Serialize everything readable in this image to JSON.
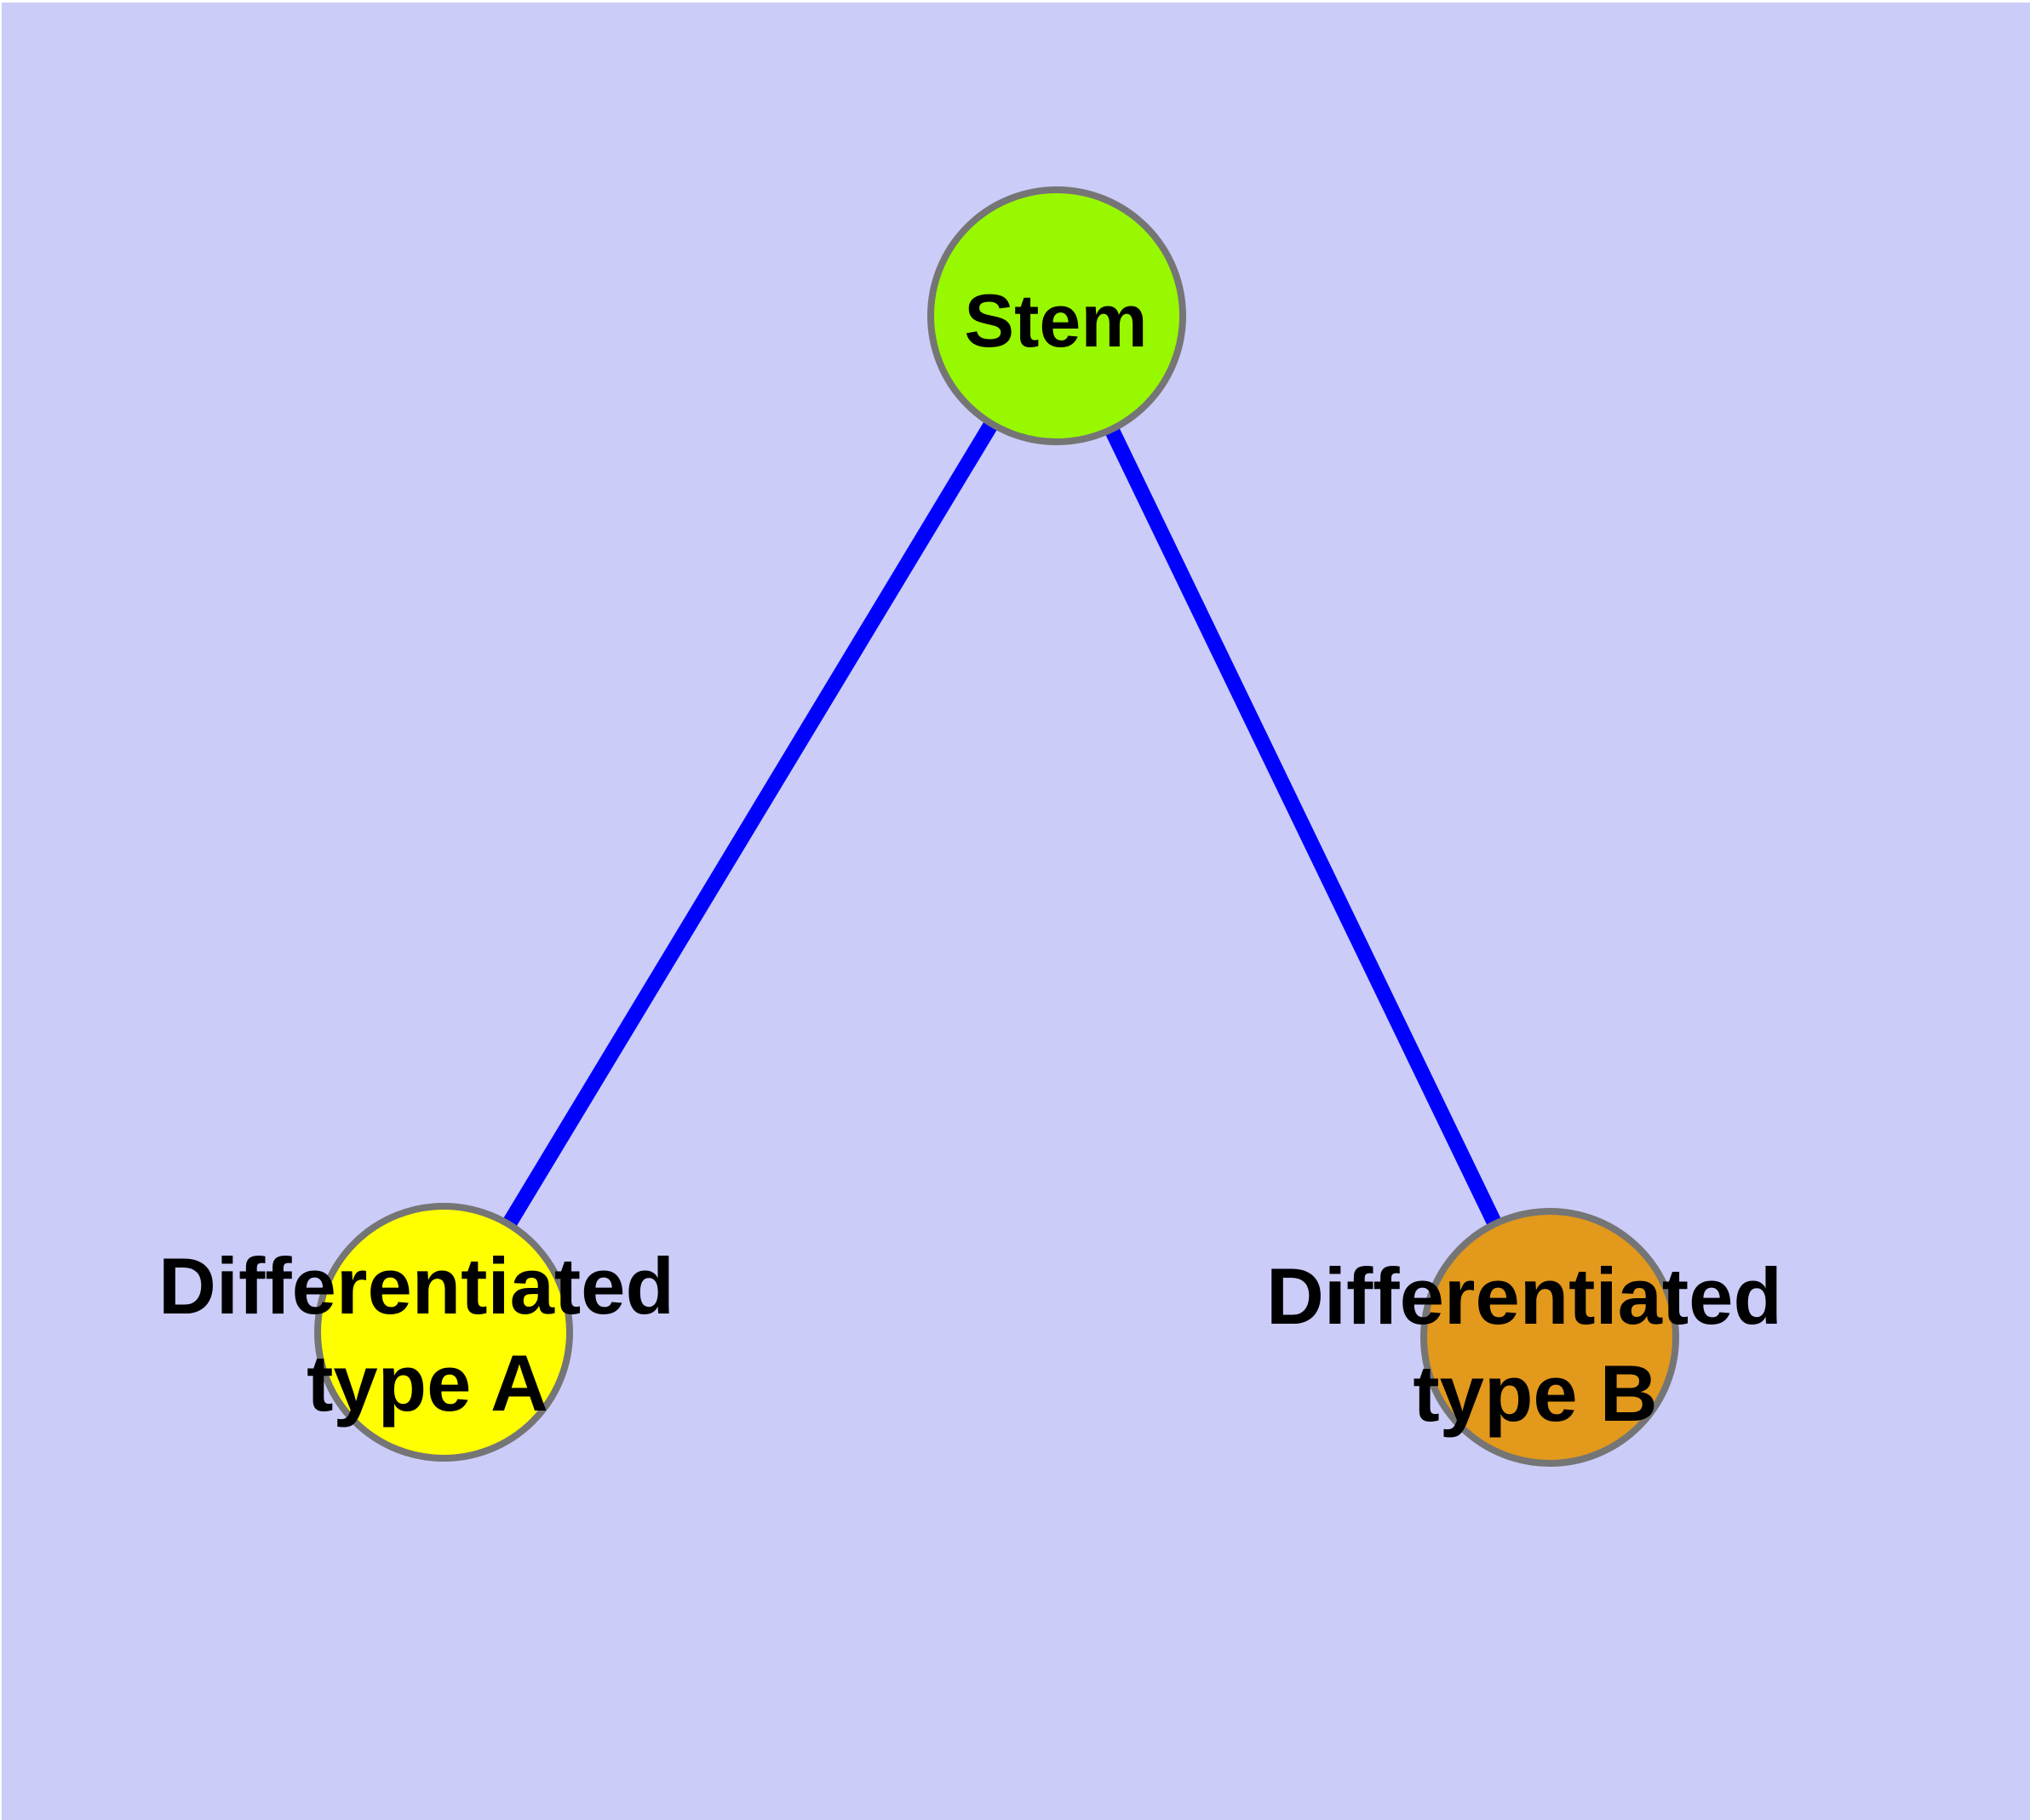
{
  "diagram": {
    "colors": {
      "background": "#cbccf8",
      "margin": "#ffffff",
      "edge": "#0000ff",
      "node_border": "#757575",
      "label": "#000000"
    },
    "nodes": {
      "stem": {
        "label": "Stem",
        "fill": "#98f800"
      },
      "type_a": {
        "label_line1": "Differentiated",
        "label_line2": "type A",
        "fill": "#ffff00"
      },
      "type_b": {
        "label_line1": "Differentiated",
        "label_line2": "type B",
        "fill": "#e2991c"
      }
    },
    "edges": [
      {
        "from": "Stem",
        "to": "Differentiated type A"
      },
      {
        "from": "Stem",
        "to": "Differentiated type B"
      }
    ]
  }
}
